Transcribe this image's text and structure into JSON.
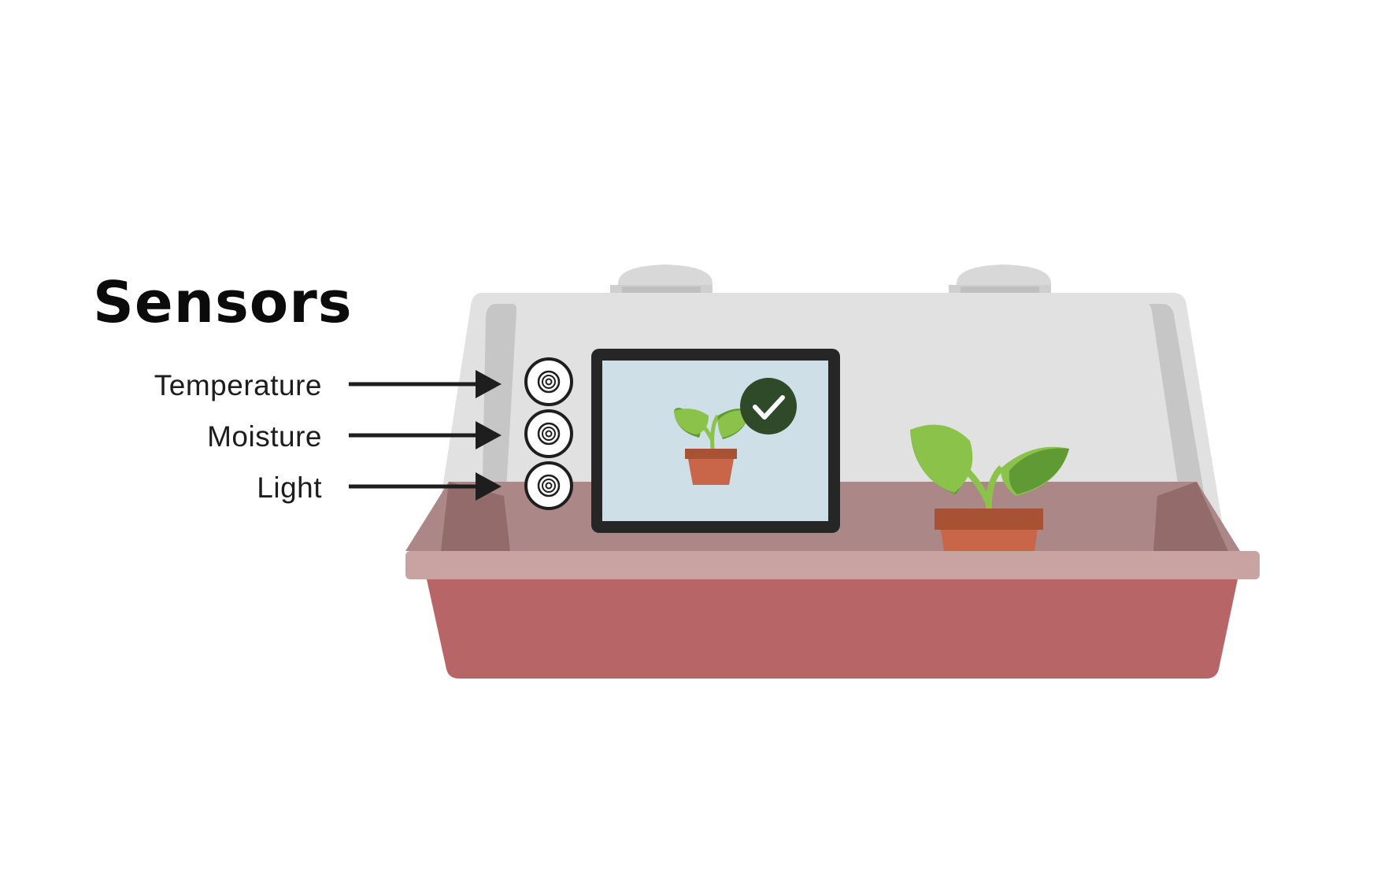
{
  "diagram": {
    "title": "Sensors",
    "sensors": [
      {
        "label": "Temperature"
      },
      {
        "label": "Moisture"
      },
      {
        "label": "Light"
      }
    ],
    "icons": {
      "sensor": "sensor-target-icon",
      "status": "checkmark-icon",
      "plant": "potted-seedling-icon"
    },
    "colors": {
      "dome": "#e1e1e1",
      "tray_rim": "#c9a2a2",
      "tray_body": "#b86567",
      "tray_inner": "#ac8787",
      "screen": "#cfdfe7",
      "screen_frame": "#262626",
      "leaf": "#8bc34a",
      "leaf_dark": "#5f9a35",
      "pot": "#c9664a",
      "pot_rim": "#a85234",
      "check_badge": "#2e4a28"
    }
  }
}
